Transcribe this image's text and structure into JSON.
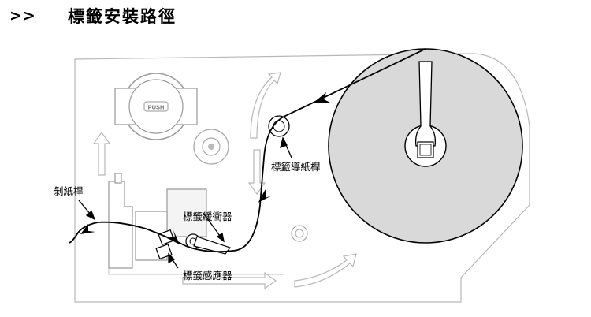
{
  "header": {
    "marker": ">>",
    "title": "標籤安裝路徑"
  },
  "diagram": {
    "push_button_text": "PUSH",
    "labels": {
      "peel_bar": "剝紙桿",
      "label_guide_bar": "標籤導紙桿",
      "label_damper": "標籤緩衝器",
      "label_sensor": "標籤感應器"
    },
    "colors": {
      "label_roll_fill": "#d9d9d9",
      "outline": "#b8b8b8",
      "paper_path": "#000000"
    }
  }
}
